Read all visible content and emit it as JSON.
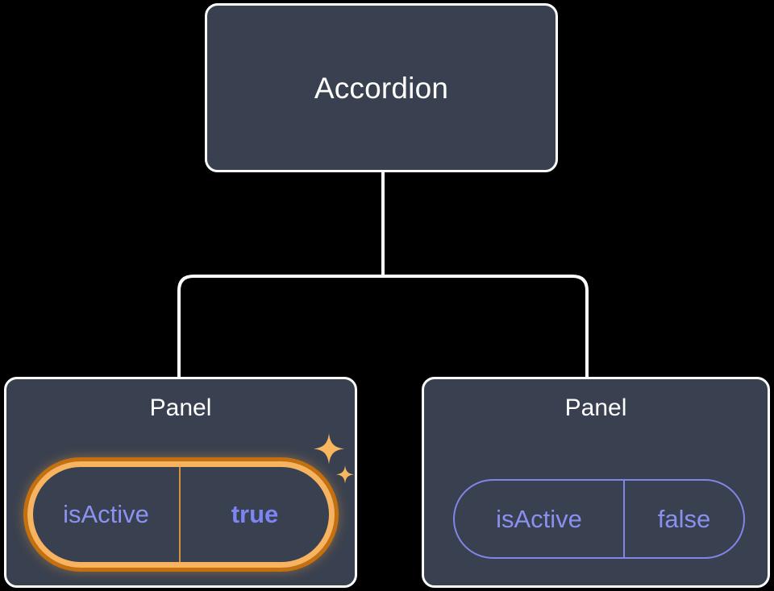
{
  "diagram": {
    "type": "component-tree",
    "background_color": "#000000",
    "node_fill": "#39404F",
    "node_border": "#FFFFFF",
    "connector_color": "#FFFFFF",
    "root": {
      "title": "Accordion"
    },
    "children": [
      {
        "title": "Panel",
        "highlighted": true,
        "prop": {
          "key": "isActive",
          "value": "true",
          "value_bold": true,
          "pill_style": "highlighted",
          "pill_outer_color": "#C4700F",
          "pill_inner_color": "#F7B35F",
          "divider_color": "#D4913C",
          "key_color": "#8C92F2",
          "value_color": "#7D85F4"
        },
        "decoration": {
          "icon": "sparkles-icon",
          "color": "#F8B65E",
          "count": 2
        }
      },
      {
        "title": "Panel",
        "highlighted": false,
        "prop": {
          "key": "isActive",
          "value": "false",
          "value_bold": false,
          "pill_style": "plain",
          "pill_border_color": "#8086E8",
          "divider_color": "#8086E8",
          "key_color": "#8A90F0",
          "value_color": "#8A90F0"
        }
      }
    ]
  }
}
